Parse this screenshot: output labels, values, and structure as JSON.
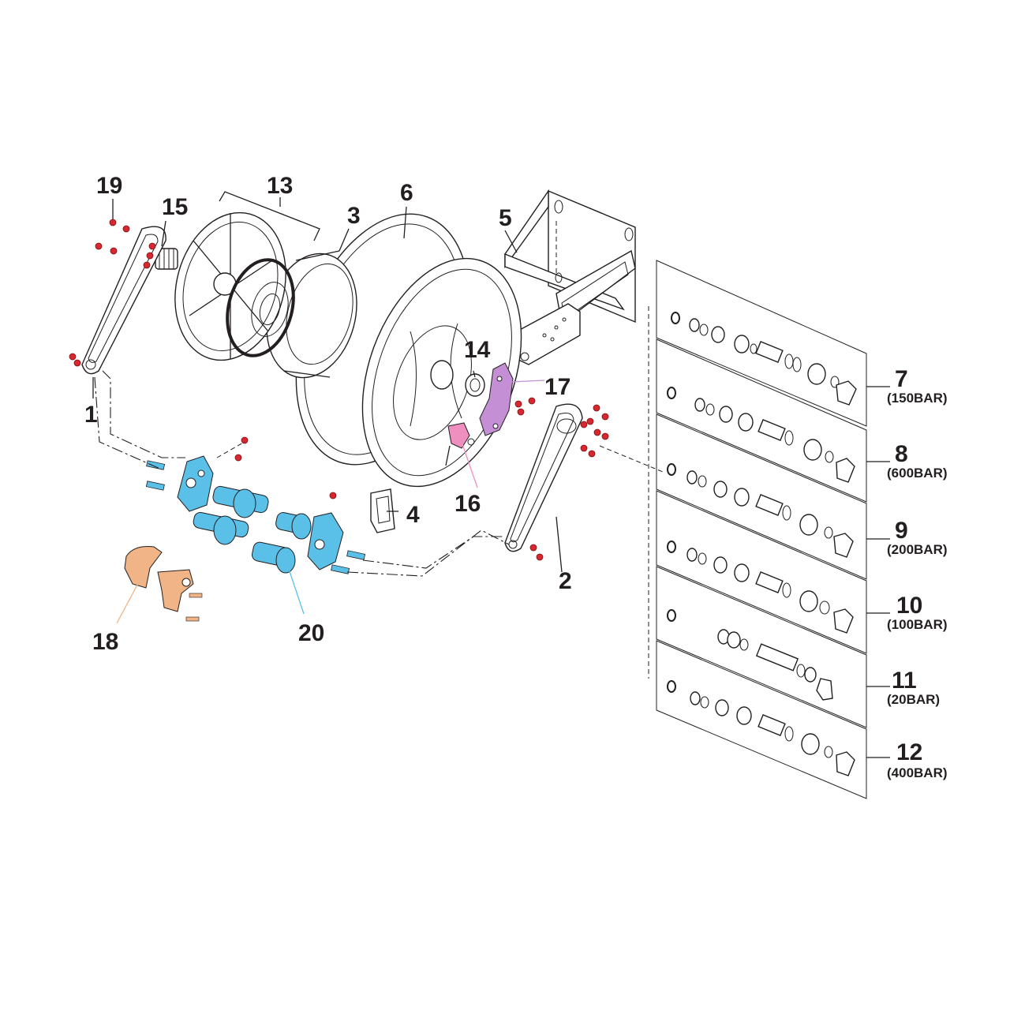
{
  "callouts": {
    "c1": "1",
    "c2": "2",
    "c3": "3",
    "c4": "4",
    "c5": "5",
    "c6": "6",
    "c7": "7",
    "c8": "8",
    "c9": "9",
    "c10": "10",
    "c11": "11",
    "c12": "12",
    "c13": "13",
    "c14": "14",
    "c15": "15",
    "c16": "16",
    "c17": "17",
    "c18": "18",
    "c19": "19",
    "c20": "20"
  },
  "ratings": {
    "r7": "(150BAR)",
    "r8": "(600BAR)",
    "r9": "(200BAR)",
    "r10": "(100BAR)",
    "r11": "(20BAR)",
    "r12": "(400BAR)"
  },
  "colors": {
    "ink": "#231f20",
    "screws": "#d7272f",
    "item14_17": "#c58fd6",
    "item16": "#ef8fc0",
    "item18": "#f0b487",
    "item20": "#5bc0e8"
  }
}
